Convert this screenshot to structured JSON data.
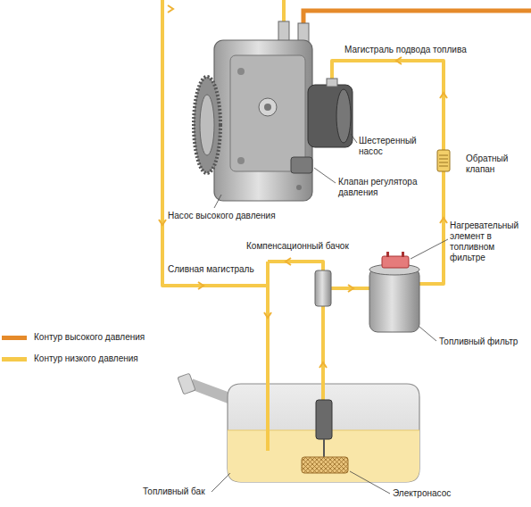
{
  "diagram": {
    "labels": [
      "Магистраль подвода топлива",
      "Шестеренный насос",
      "Обратный клапан",
      "Клапан регулятора давления",
      "Насос высокого давления",
      "Нагревательный элемент в топливном фильтре",
      "Компенсационный бачок",
      "Сливная магистраль",
      "Топливный фильтр",
      "Топливный бак",
      "Электронасос"
    ],
    "legend": [
      {
        "text": "Контур высокого давления",
        "color": "#e58a2a"
      },
      {
        "text": "Контур низкого давления",
        "color": "#f6c94a"
      }
    ]
  }
}
